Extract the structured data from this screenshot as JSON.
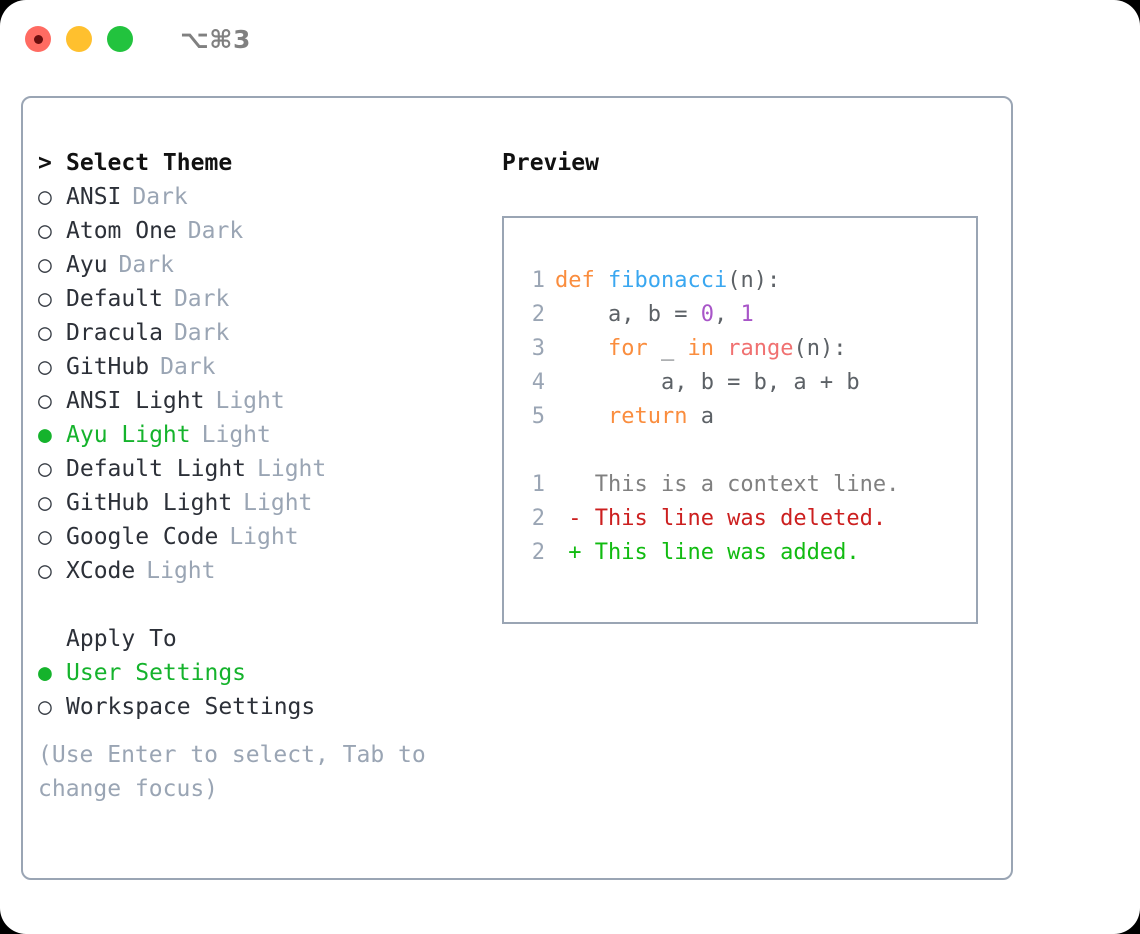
{
  "window": {
    "traffic_lights": [
      "close",
      "minimize",
      "zoom"
    ],
    "shortcut": "⌥⌘3"
  },
  "left": {
    "heading": {
      "marker": ">",
      "label": "Select Theme"
    },
    "themes": [
      {
        "marker": "○",
        "name": "ANSI",
        "kind": "Dark",
        "selected": false
      },
      {
        "marker": "○",
        "name": "Atom One",
        "kind": "Dark",
        "selected": false
      },
      {
        "marker": "○",
        "name": "Ayu",
        "kind": "Dark",
        "selected": false
      },
      {
        "marker": "○",
        "name": "Default",
        "kind": "Dark",
        "selected": false
      },
      {
        "marker": "○",
        "name": "Dracula",
        "kind": "Dark",
        "selected": false
      },
      {
        "marker": "○",
        "name": "GitHub",
        "kind": "Dark",
        "selected": false
      },
      {
        "marker": "○",
        "name": "ANSI Light",
        "kind": "Light",
        "selected": false
      },
      {
        "marker": "●",
        "name": "Ayu Light",
        "kind": "Light",
        "selected": true
      },
      {
        "marker": "○",
        "name": "Default Light",
        "kind": "Light",
        "selected": false
      },
      {
        "marker": "○",
        "name": "GitHub Light",
        "kind": "Light",
        "selected": false
      },
      {
        "marker": "○",
        "name": "Google Code",
        "kind": "Light",
        "selected": false
      },
      {
        "marker": "○",
        "name": "XCode",
        "kind": "Light",
        "selected": false
      }
    ],
    "apply_to": {
      "label": "Apply To",
      "options": [
        {
          "marker": "●",
          "name": "User Settings",
          "selected": true
        },
        {
          "marker": "○",
          "name": "Workspace Settings",
          "selected": false
        }
      ]
    },
    "hint": "(Use Enter to select, Tab to change focus)"
  },
  "right": {
    "title": "Preview",
    "code_lines": [
      {
        "ln": "1",
        "tokens": [
          {
            "t": "def ",
            "c": "kw"
          },
          {
            "t": "fibonacci",
            "c": "fn"
          },
          {
            "t": "(n):",
            "c": "punc"
          }
        ]
      },
      {
        "ln": "2",
        "tokens": [
          {
            "t": "    a, b = ",
            "c": "plain"
          },
          {
            "t": "0",
            "c": "num"
          },
          {
            "t": ", ",
            "c": "plain"
          },
          {
            "t": "1",
            "c": "num"
          }
        ]
      },
      {
        "ln": "3",
        "tokens": [
          {
            "t": "    ",
            "c": "plain"
          },
          {
            "t": "for",
            "c": "kw"
          },
          {
            "t": " _ ",
            "c": "plain"
          },
          {
            "t": "in",
            "c": "kw"
          },
          {
            "t": " ",
            "c": "plain"
          },
          {
            "t": "range",
            "c": "builtin"
          },
          {
            "t": "(n):",
            "c": "punc"
          }
        ]
      },
      {
        "ln": "4",
        "tokens": [
          {
            "t": "        a, b = b, a + b",
            "c": "plain"
          }
        ]
      },
      {
        "ln": "5",
        "tokens": [
          {
            "t": "    ",
            "c": "plain"
          },
          {
            "t": "return",
            "c": "kw"
          },
          {
            "t": " a",
            "c": "plain"
          }
        ]
      },
      {
        "ln": "",
        "tokens": []
      },
      {
        "ln": "1",
        "tokens": [
          {
            "t": "   This is a context line.",
            "c": "ctx"
          }
        ]
      },
      {
        "ln": "2",
        "tokens": [
          {
            "t": " - This line was deleted.",
            "c": "del"
          }
        ]
      },
      {
        "ln": "2",
        "tokens": [
          {
            "t": " + This line was added.",
            "c": "add"
          }
        ]
      }
    ]
  },
  "colors": {
    "accent_green": "#15b32c",
    "muted": "#9aa5b4",
    "border": "#9aa5b4",
    "keyword": "#fa8d3e",
    "function": "#3aa7f0",
    "number": "#a855c8",
    "builtin": "#f07171",
    "diff_deleted": "#cc1f1f",
    "diff_added": "#11bb11",
    "traffic_red": "#ff6b62",
    "traffic_yellow": "#ffc02e",
    "traffic_green": "#22c33e"
  }
}
